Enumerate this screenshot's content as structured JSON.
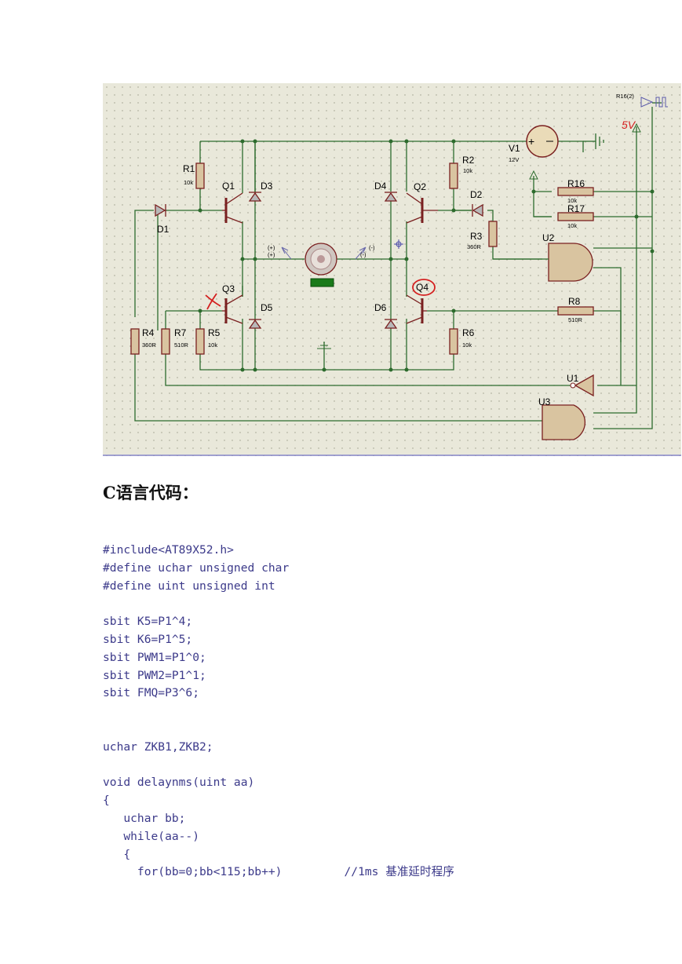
{
  "schematic": {
    "labels": {
      "R1": "R1",
      "R2": "R2",
      "R3": "R3",
      "R4": "R4",
      "R5": "R5",
      "R6": "R6",
      "R7": "R7",
      "R8": "R8",
      "R16": "R16",
      "R17": "R17",
      "Q1": "Q1",
      "Q2": "Q2",
      "Q3": "Q3",
      "Q4": "Q4",
      "D1": "D1",
      "D2": "D2",
      "D3": "D3",
      "D4": "D4",
      "D5": "D5",
      "D6": "D6",
      "U1": "U1",
      "U2": "U2",
      "U3": "U3",
      "V1": "V1"
    },
    "values": {
      "R1": "10k",
      "R2": "10k",
      "R3": "360R",
      "R4": "360R",
      "R5": "10k",
      "R6": "10k",
      "R7": "510R",
      "R8": "510R",
      "R16": "10k",
      "R17": "10k",
      "V1": "12V"
    },
    "generator_label": "R16(2)",
    "annotation_5v": "5V",
    "motor_pin_plus": "(+)",
    "motor_pin_minus": "(-)",
    "colors": {
      "background": "#e9e8da",
      "wire": "#2d6b2d",
      "component": "#7a2020",
      "annotation": "#d42020"
    }
  },
  "heading": "C语言代码：",
  "code_lines": [
    "#include<AT89X52.h>",
    "#define uchar unsigned char",
    "#define uint unsigned int",
    "",
    "sbit K5=P1^4;",
    "sbit K6=P1^5;",
    "sbit PWM1=P1^0;",
    "sbit PWM2=P1^1;",
    "sbit FMQ=P3^6;",
    "",
    "",
    "uchar ZKB1,ZKB2;",
    "",
    "void delaynms(uint aa)",
    "{",
    "   uchar bb;",
    "   while(aa--)",
    "   {",
    "     for(bb=0;bb<115;bb++)         //1ms 基准延时程序"
  ]
}
